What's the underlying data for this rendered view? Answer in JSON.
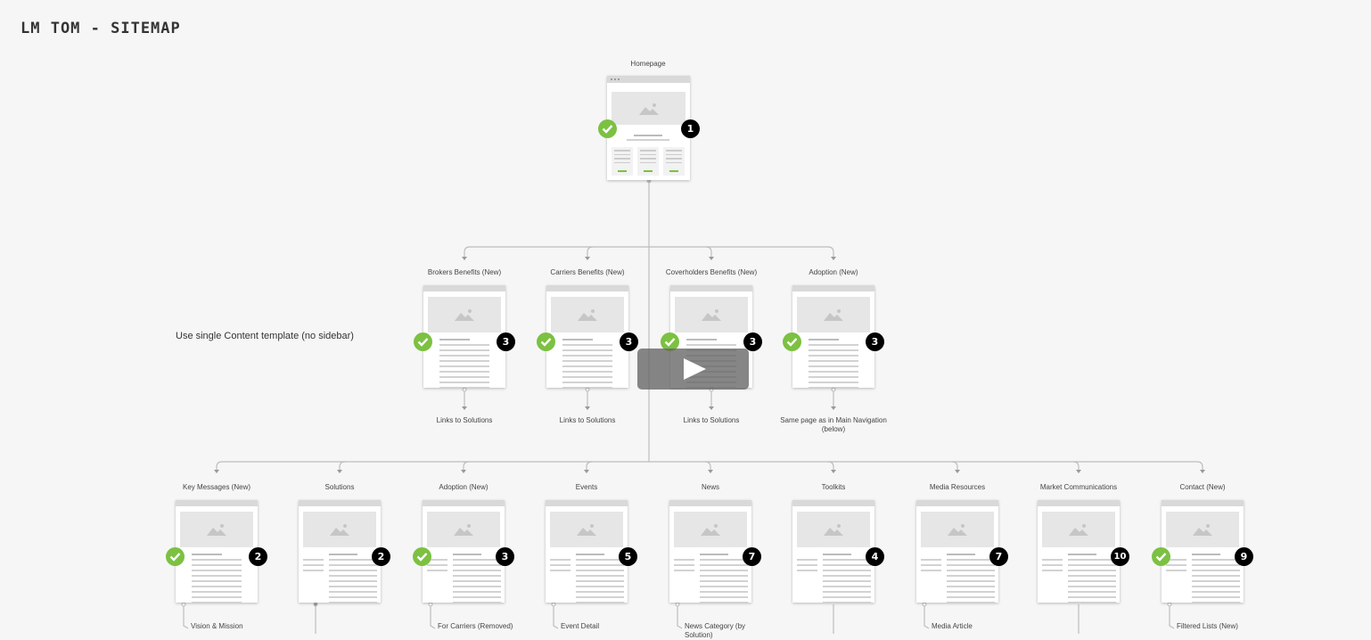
{
  "title": "LM TOM - SITEMAP",
  "side_note": "Use single Content template (no sidebar)",
  "homepage": {
    "label": "Homepage",
    "badge": "1",
    "checked": true
  },
  "level1": [
    {
      "label": "Brokers Benefits (New)",
      "badge": "3",
      "checked": true,
      "note": "Links to Solutions"
    },
    {
      "label": "Carriers Benefits (New)",
      "badge": "3",
      "checked": true,
      "note": "Links to Solutions"
    },
    {
      "label": "Coverholders Benefits (New)",
      "badge": "3",
      "checked": true,
      "note": "Links to Solutions"
    },
    {
      "label": "Adoption (New)",
      "badge": "3",
      "checked": true,
      "note": "Same page as in Main Navigation (below)"
    }
  ],
  "level2": [
    {
      "label": "Key Messages (New)",
      "badge": "2",
      "checked": true,
      "note": "Vision & Mission"
    },
    {
      "label": "Solutions",
      "badge": "2",
      "checked": false,
      "note": ""
    },
    {
      "label": "Adoption (New)",
      "badge": "3",
      "checked": true,
      "note": "For Carriers (Removed)"
    },
    {
      "label": "Events",
      "badge": "5",
      "checked": false,
      "note": "Event Detail"
    },
    {
      "label": "News",
      "badge": "7",
      "checked": false,
      "note": "News Category (by Solution)"
    },
    {
      "label": "Toolkits",
      "badge": "4",
      "checked": false,
      "note": ""
    },
    {
      "label": "Media Resources",
      "badge": "7",
      "checked": false,
      "note": "Media Article"
    },
    {
      "label": "Market Communications",
      "badge": "10",
      "checked": false,
      "note": ""
    },
    {
      "label": "Contact (New)",
      "badge": "9",
      "checked": true,
      "note": "Filtered Lists (New)"
    }
  ],
  "video": {
    "icon": "play-icon"
  },
  "colors": {
    "check": "#7cc142",
    "badge": "#000000",
    "connector": "#bdbdbd"
  }
}
